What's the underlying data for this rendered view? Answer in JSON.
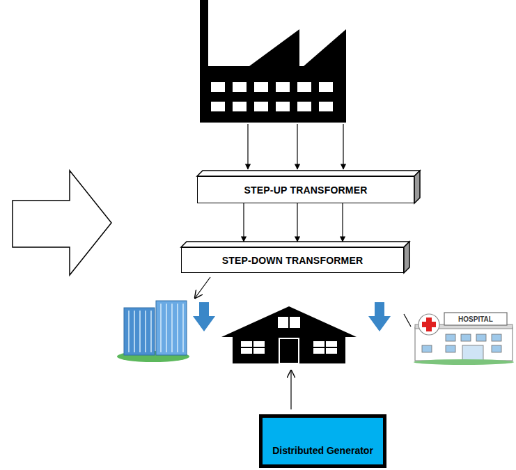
{
  "diagram": {
    "nodes": [
      {
        "text": [
          "STEP-UP TRANSFORMER"
        ]
      },
      {
        "text": [
          "STEP-DOWN TRANSFORMER"
        ]
      },
      {
        "text": [
          "Distributed Generator"
        ]
      }
    ],
    "edges": [
      {
        "from": 0,
        "to": 1,
        "arrow": "to"
      },
      {
        "from": 0,
        "to": 1,
        "arrow": "to"
      },
      {
        "from": 0,
        "to": 1,
        "arrow": "to"
      }
    ],
    "labels": [
      "HOSPITAL"
    ]
  }
}
